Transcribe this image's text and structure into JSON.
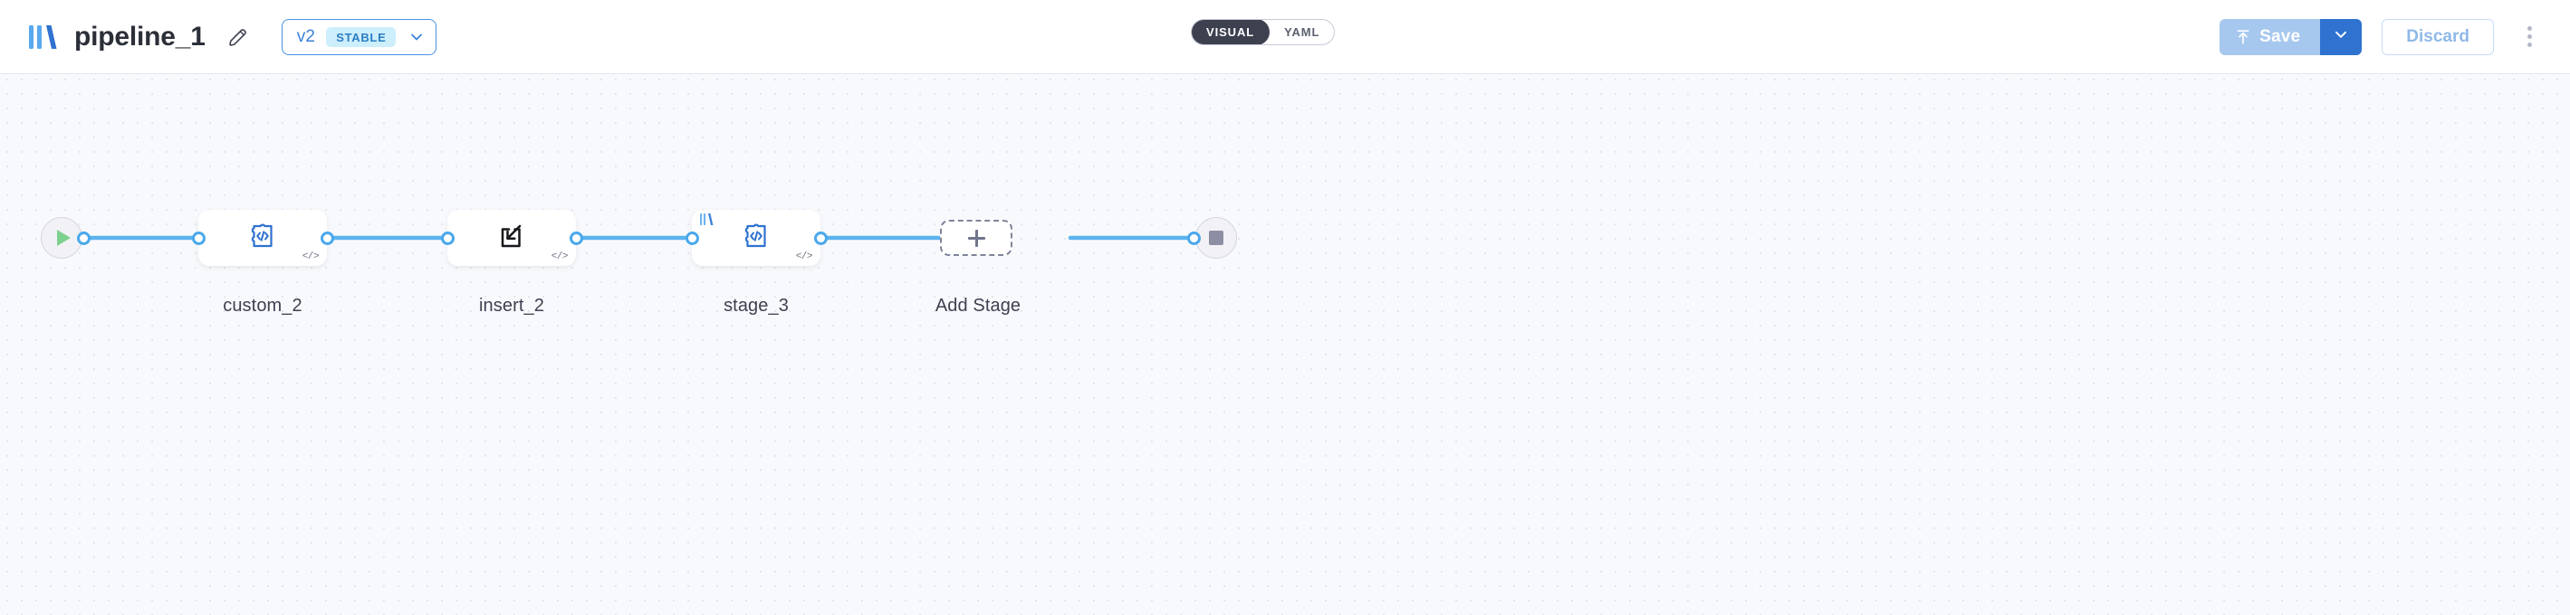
{
  "header": {
    "logo_icon": "pipeline-bars-logo",
    "title": "pipeline_1",
    "edit_icon": "pencil-icon",
    "version": {
      "label": "v2",
      "badge": "STABLE",
      "chevron_icon": "chevron-down-icon"
    },
    "view_toggle": {
      "options": [
        "VISUAL",
        "YAML"
      ],
      "active": "VISUAL"
    },
    "save": {
      "label": "Save",
      "icon": "upload-arrow-icon",
      "caret_icon": "chevron-down-icon"
    },
    "discard_label": "Discard",
    "overflow_icon": "kebab-menu-icon"
  },
  "canvas": {
    "start_node": {
      "icon": "play-icon",
      "label": ""
    },
    "end_node": {
      "icon": "stop-icon",
      "label": ""
    },
    "stages": [
      {
        "label": "custom_2",
        "icon": "puzzle-code-icon",
        "badge": "</>",
        "logo_badge": false
      },
      {
        "label": "insert_2",
        "icon": "insert-arrow-icon",
        "badge": "</>",
        "logo_badge": false
      },
      {
        "label": "stage_3",
        "icon": "puzzle-code-icon",
        "badge": "</>",
        "logo_badge": true
      }
    ],
    "add_stage": {
      "label": "Add Stage",
      "icon": "plus-icon"
    }
  },
  "colors": {
    "accent_blue": "#3b82d8",
    "edge_blue": "#5cb3ee",
    "port_blue": "#4aa8ec",
    "icon_blue": "#2f72cf",
    "badge_bg": "#cdeefb",
    "save_disabled": "#a7c8ee",
    "save_caret": "#2f72cf",
    "toggle_active_bg": "#3d404f",
    "canvas_bg": "#f8f9fc",
    "grid_dot": "#e3e5ed",
    "play_green": "#7ed08f",
    "stop_gray": "#8c8fa3"
  }
}
